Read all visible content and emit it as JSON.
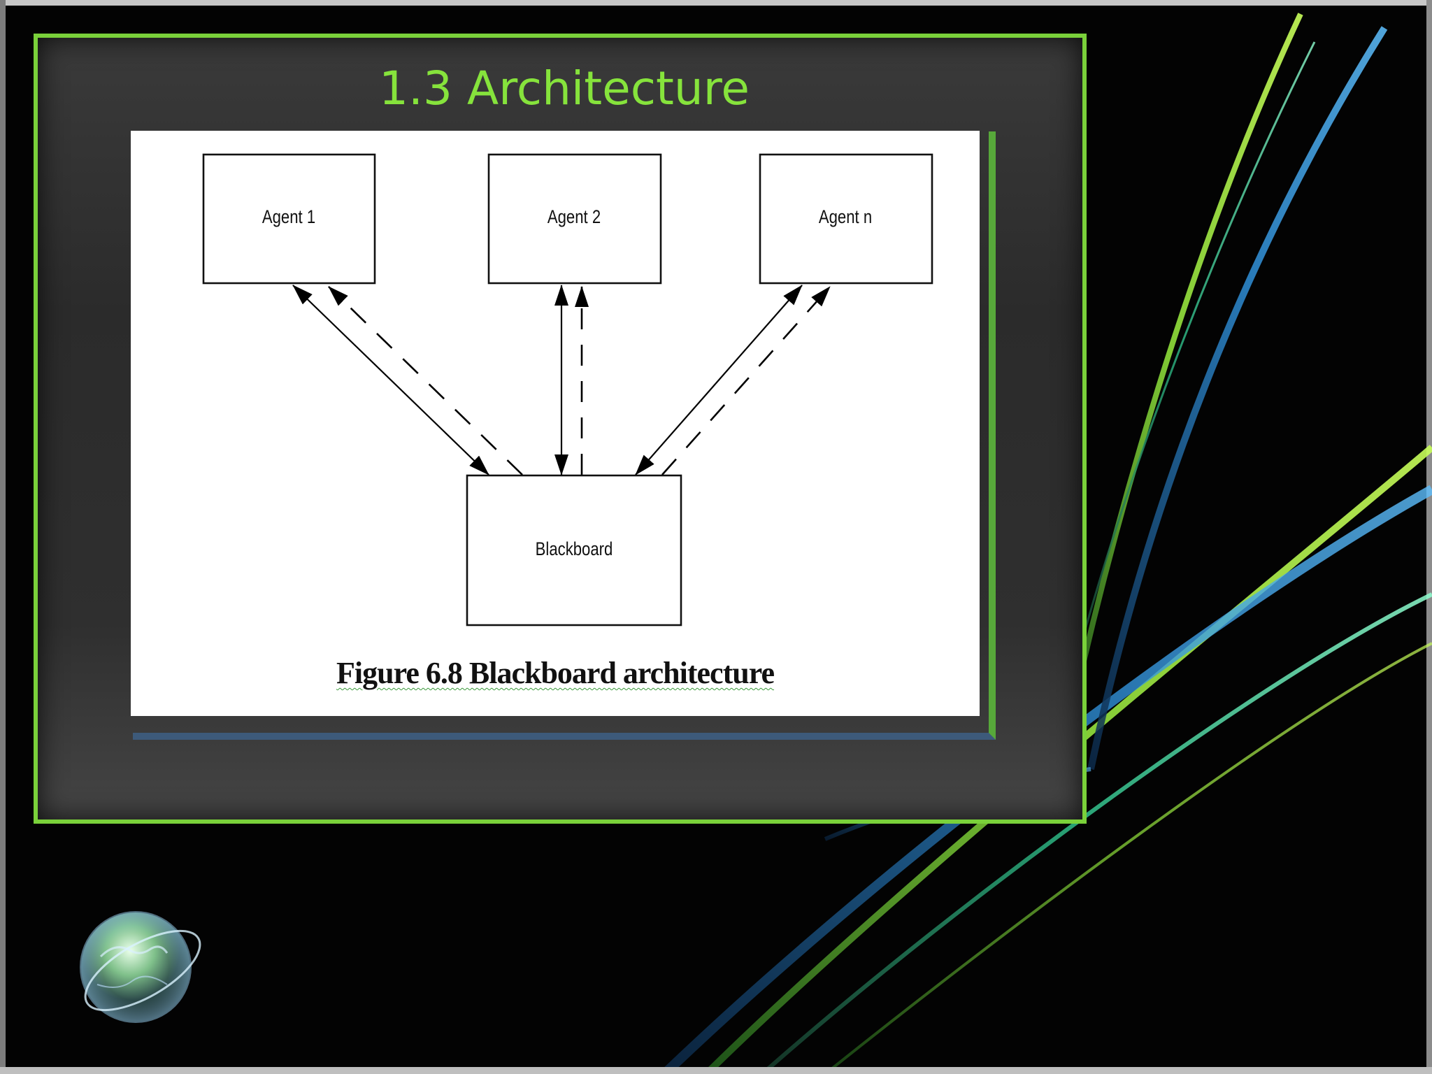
{
  "slide": {
    "title": "1.3 Architecture",
    "accent_color": "#86e33c"
  },
  "diagram": {
    "nodes": [
      {
        "id": "agent1",
        "label": "Agent 1"
      },
      {
        "id": "agent2",
        "label": "Agent 2"
      },
      {
        "id": "agentn",
        "label": "Agent n"
      },
      {
        "id": "blackboard",
        "label": "Blackboard"
      }
    ],
    "edges": [
      {
        "from": "agent1",
        "to": "blackboard",
        "style": "solid",
        "direction": "both"
      },
      {
        "from": "blackboard",
        "to": "agent1",
        "style": "dashed",
        "direction": "forward"
      },
      {
        "from": "agent2",
        "to": "blackboard",
        "style": "solid",
        "direction": "both"
      },
      {
        "from": "blackboard",
        "to": "agent2",
        "style": "dashed",
        "direction": "forward"
      },
      {
        "from": "agentn",
        "to": "blackboard",
        "style": "solid",
        "direction": "both"
      },
      {
        "from": "blackboard",
        "to": "agentn",
        "style": "dashed",
        "direction": "forward"
      }
    ],
    "caption": "Figure 6.8 Blackboard architecture"
  },
  "logo": {
    "icon": "globe-icon"
  }
}
